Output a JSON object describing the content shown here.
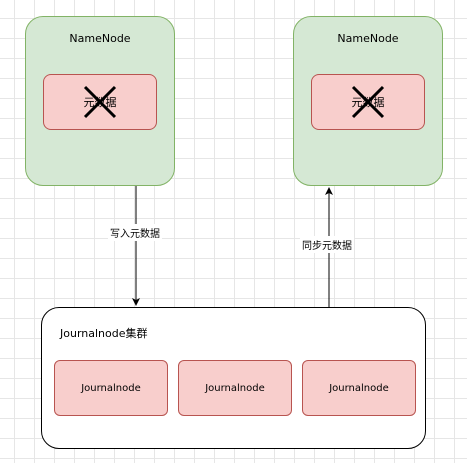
{
  "diagram": {
    "namenodes": [
      {
        "title": "NameNode",
        "content_label": "元数据",
        "content_marked": "x-mark-icon"
      },
      {
        "title": "NameNode",
        "content_label": "元数据",
        "content_marked": "x-mark-icon"
      }
    ],
    "cluster": {
      "title": "Journalnode集群",
      "nodes": [
        "Journalnode",
        "Journalnode",
        "Journalnode"
      ]
    },
    "edges": [
      {
        "from": "namenode-left",
        "to": "journalnode-cluster",
        "label": "写入元数据"
      },
      {
        "from": "journalnode-cluster",
        "to": "namenode-right",
        "label": "同步元数据"
      }
    ],
    "colors": {
      "namenode_fill": "#d5e8d4",
      "namenode_stroke": "#82b366",
      "data_fill": "#f8cecc",
      "data_stroke": "#b85450",
      "edge": "#000000",
      "grid": "#e6e6e6"
    }
  }
}
